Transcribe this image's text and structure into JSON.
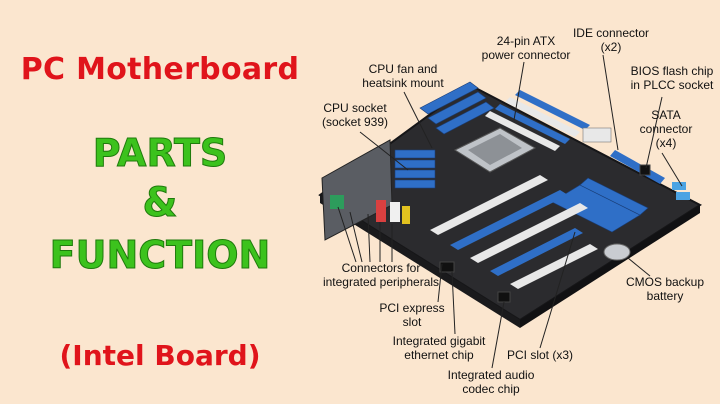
{
  "title": {
    "main": "PC Motherboard",
    "parts": "PARTS",
    "amp": "&",
    "function": "FUNCTION",
    "board": "(Intel Board)"
  },
  "labels": {
    "atx": "24-pin ATX\npower connector",
    "ide": "IDE connector\n(x2)",
    "bios": "BIOS flash chip\nin PLCC socket",
    "sata": "SATA\nconnector\n(x4)",
    "cpu_fan": "CPU fan and\nheatsink mount",
    "cpu_socket": "CPU socket\n(socket 939)",
    "connectors": "Connectors for\nintegrated peripherals",
    "cmos": "CMOS backup\nbattery",
    "pcie": "PCI express\nslot",
    "ethernet": "Integrated gigabit\nethernet chip",
    "pci": "PCI slot (x3)",
    "audio": "Integrated audio\ncodec chip"
  },
  "colors": {
    "background": "#fbe6cf",
    "title_red": "#e0141b",
    "title_green": "#3cc21d",
    "board_dark": "#2b2b2e",
    "slot_blue": "#2f6fc7",
    "slot_white": "#e8e8e8"
  }
}
